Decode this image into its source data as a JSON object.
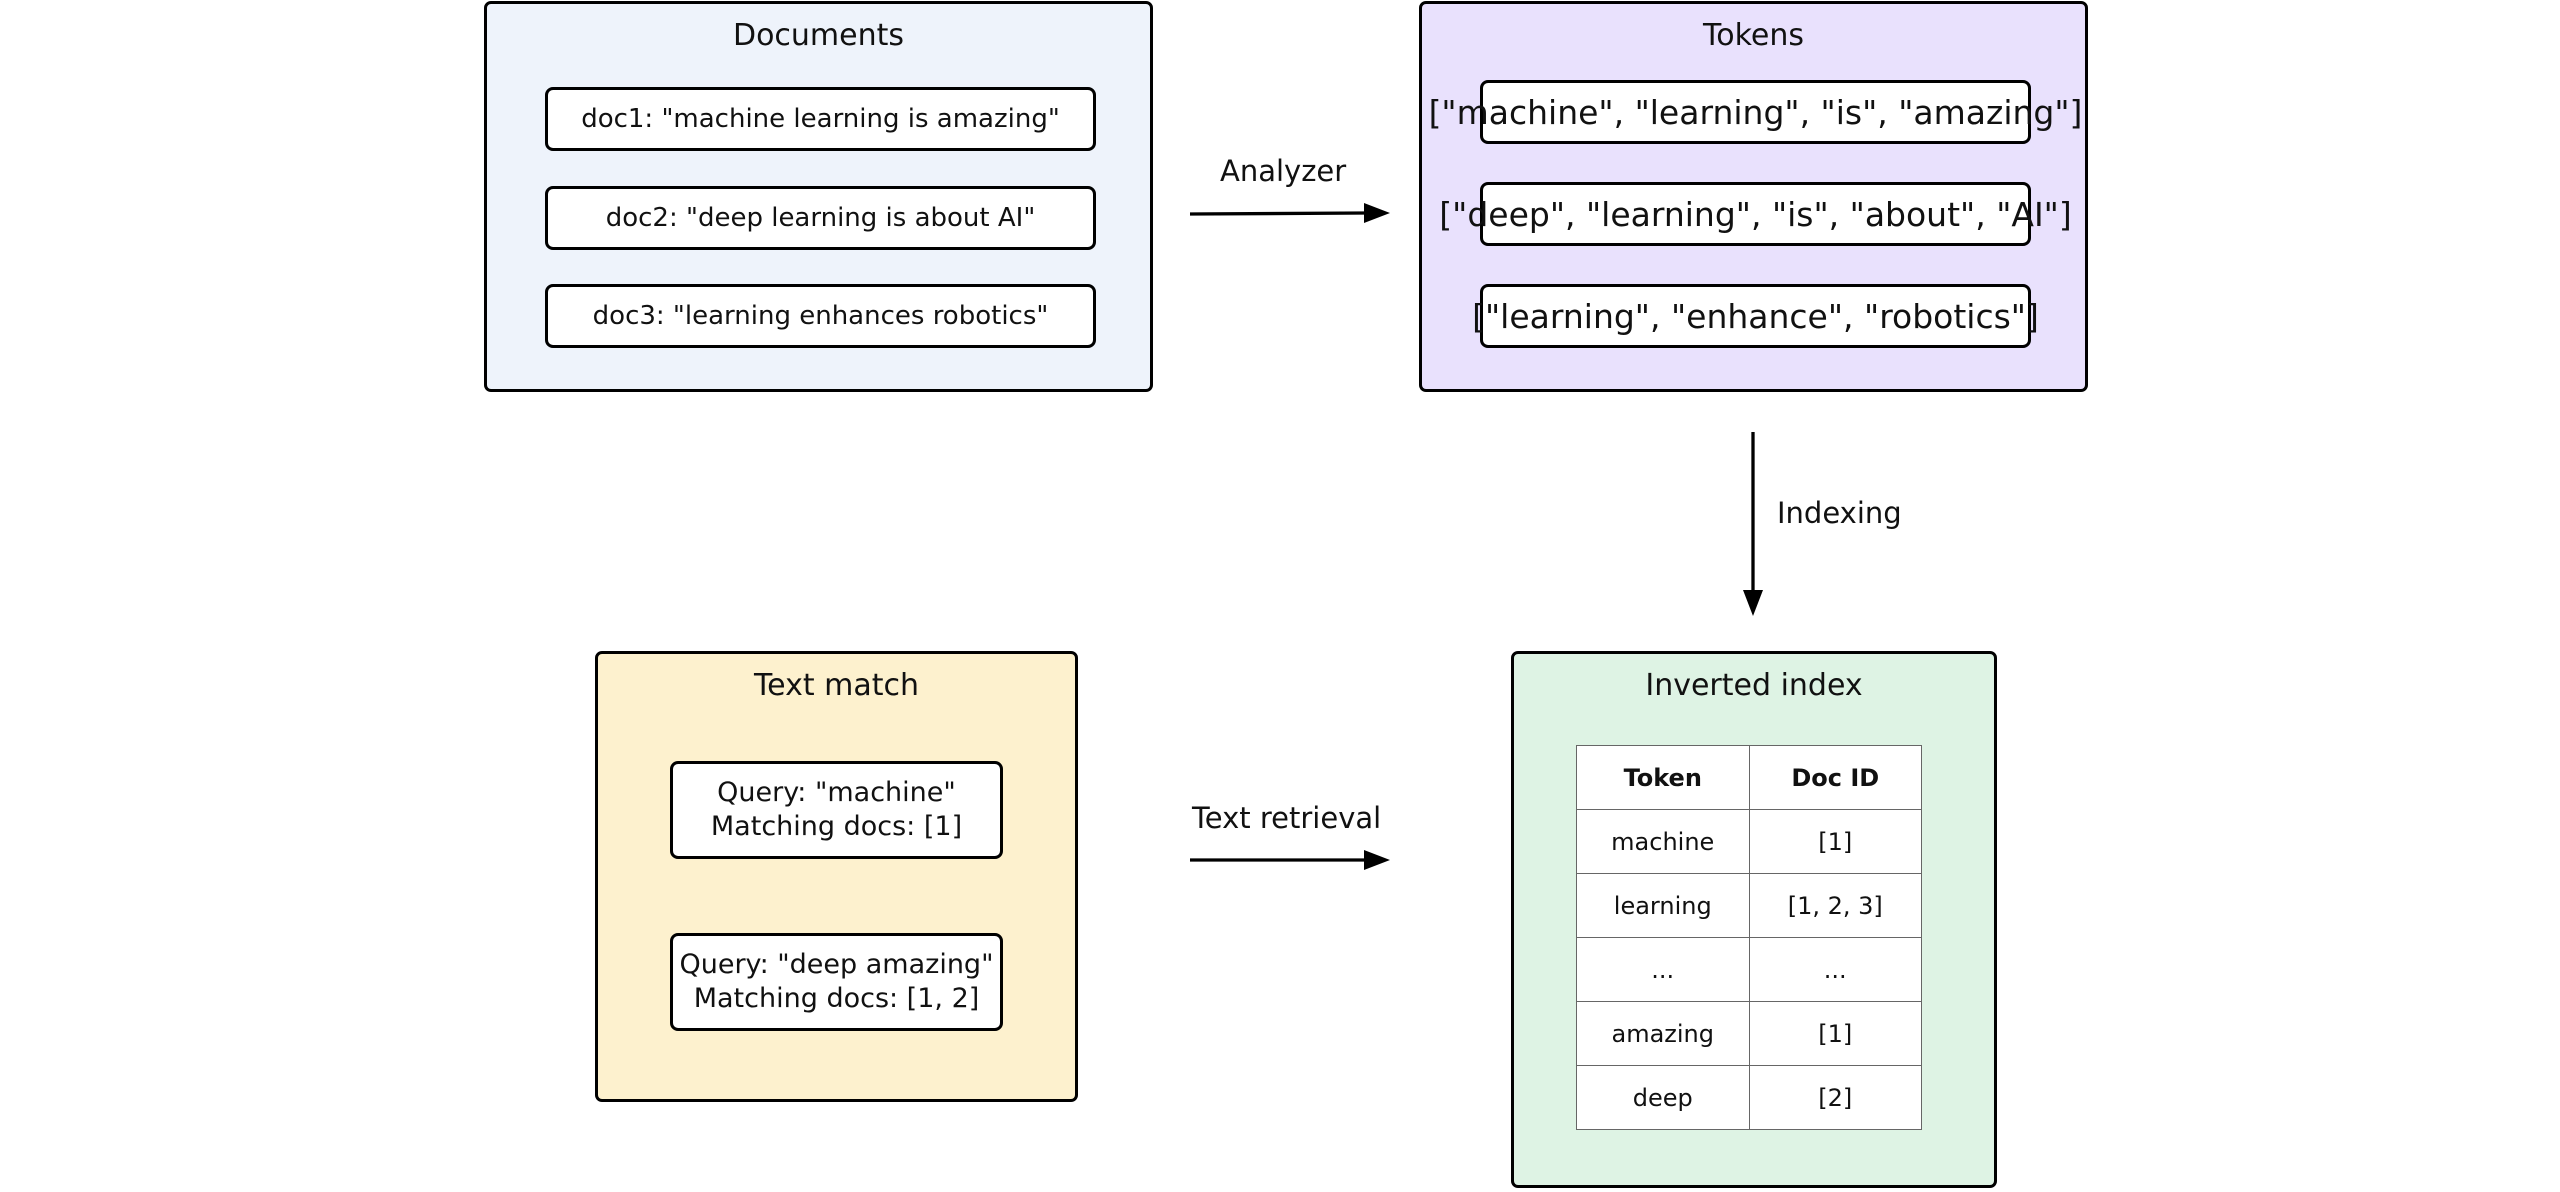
{
  "colors": {
    "documents_bg": "#EEF3FB",
    "tokens_bg": "#E9E1FD",
    "text_match_bg": "#FDF1CE",
    "inverted_index_bg": "#DEF3E4",
    "stroke": "#000000"
  },
  "documents": {
    "title": "Documents",
    "items": [
      "doc1: \"machine learning is amazing\"",
      "doc2: \"deep learning is about AI\"",
      "doc3: \"learning enhances robotics\""
    ]
  },
  "tokens": {
    "title": "Tokens",
    "items": [
      "[\"machine\", \"learning\", \"is\", \"amazing\"]",
      "[\"deep\", \"learning\", \"is\", \"about\", \"AI\"]",
      "[\"learning\", \"enhance\", \"robotics\"]"
    ]
  },
  "edges": {
    "analyzer": "Analyzer",
    "indexing": "Indexing",
    "text_retrieval": "Text retrieval"
  },
  "text_match": {
    "title": "Text match",
    "queries": [
      {
        "query": "Query: \"machine\"",
        "result": "Matching docs: [1]"
      },
      {
        "query": "Query: \"deep amazing\"",
        "result": "Matching docs: [1, 2]"
      }
    ]
  },
  "inverted_index": {
    "title": "Inverted index",
    "columns": [
      "Token",
      "Doc ID"
    ],
    "rows": [
      [
        "machine",
        "[1]"
      ],
      [
        "learning",
        "[1, 2, 3]"
      ],
      [
        "...",
        "..."
      ],
      [
        "amazing",
        "[1]"
      ],
      [
        "deep",
        "[2]"
      ]
    ]
  }
}
